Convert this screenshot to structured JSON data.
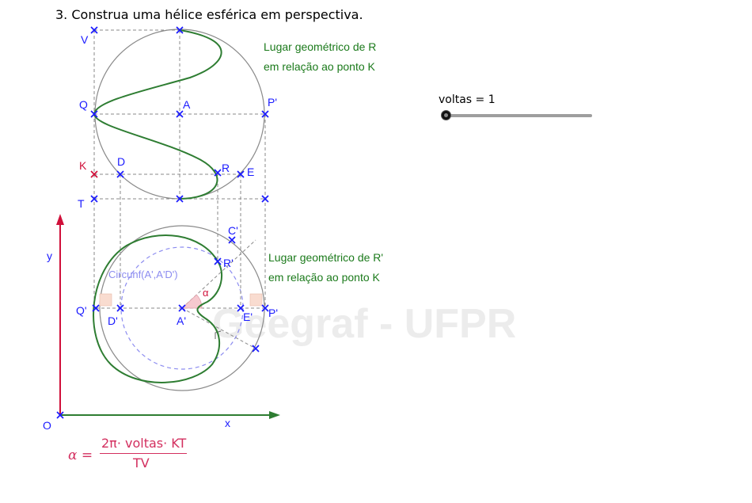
{
  "title": "3.  Construa uma hélice esférica em perspectiva.",
  "slider": {
    "label": "voltas = 1",
    "value": 1
  },
  "watermark": "Geegraf - UFPR",
  "formula": {
    "lhs": "α =",
    "numerator": "2π· voltas· KT",
    "denominator": "TV"
  },
  "annotations": {
    "locus_r_line1": "Lugar geométrico de R",
    "locus_r_line2": "em relação ao ponto K",
    "locus_r_prime_line1": "Lugar geométrico de R'",
    "locus_r_prime_line2": "em relação ao ponto K",
    "circle_label": "Circunf(A',A'D')",
    "angle_label": "α"
  },
  "axes": {
    "x_label": "x",
    "y_label": "y",
    "origin_label": "O"
  },
  "point_labels": {
    "V": "V",
    "A": "A",
    "Q": "Q",
    "P_prime": "P'",
    "K": "K",
    "D": "D",
    "R": "R",
    "E": "E",
    "T": "T",
    "C_prime": "C'",
    "R_prime": "R'",
    "Q_prime": "Q'",
    "D_prime": "D'",
    "A_prime": "A'",
    "E_prime": "E'"
  },
  "colors": {
    "curve": "#2e7d32",
    "point_marker": "#1a1aff",
    "point_label": "#1a1aff",
    "k_marker": "#d0103a",
    "axis_y": "#d0103a",
    "axis_x": "#2e7d32",
    "annotation_text": "#1b7a1b",
    "dashed_circle": "#8c8cf0",
    "formula": "#d32f5f",
    "watermark": "#ececec"
  }
}
